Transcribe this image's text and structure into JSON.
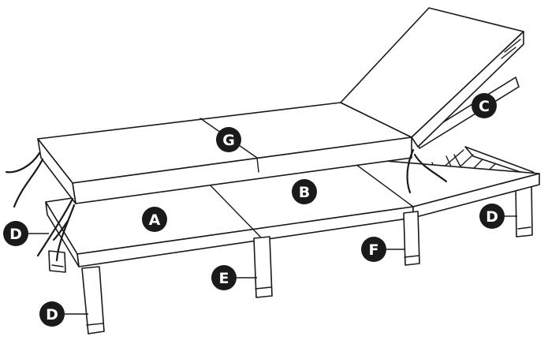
{
  "callouts": {
    "a": "A",
    "b": "B",
    "c": "C",
    "d": "D",
    "e": "E",
    "f": "F",
    "g": "G"
  },
  "colors": {
    "ink": "#1a1a1a",
    "paper": "#ffffff",
    "callout_fill": "#1a1a1a",
    "callout_text": "#ffffff"
  }
}
